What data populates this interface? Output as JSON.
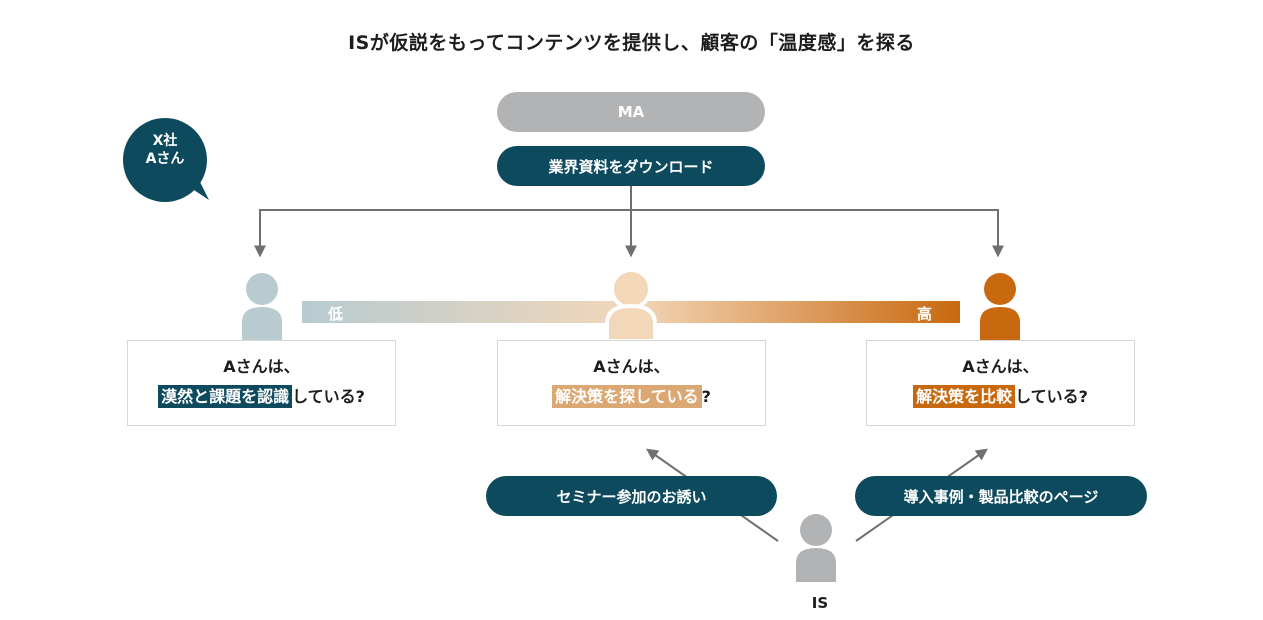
{
  "title": "ISが仮説をもってコンテンツを提供し、顧客の「温度感」を探る",
  "bubble": {
    "line1": "X社",
    "line2": "Aさん",
    "color": "#0d4a5e"
  },
  "ma": {
    "label": "MA",
    "color": "#b1b3b5"
  },
  "download": {
    "label": "業界資料をダウンロード",
    "color": "#0d4a5e"
  },
  "gauge": {
    "low_label": "低",
    "high_label": "高",
    "color_low": "#b7cbd1",
    "color_mid": "#f2d7b9",
    "color_high": "#c8690f"
  },
  "persons": [
    {
      "level": "low",
      "color": "#b7cbd1"
    },
    {
      "level": "mid",
      "color": "#f2d7b9"
    },
    {
      "level": "high",
      "color": "#c8690f"
    }
  ],
  "cards": [
    {
      "line1": "Aさんは、",
      "highlight": "漠然と課題を認識",
      "suffix": "している?",
      "highlight_color": "#0d4a5e"
    },
    {
      "line1": "Aさんは、",
      "highlight": "解決策を探している",
      "suffix": "?",
      "highlight_color": "#dba874"
    },
    {
      "line1": "Aさんは、",
      "highlight": "解決策を比較",
      "suffix": "している?",
      "highlight_color": "#c8690f"
    }
  ],
  "actions": {
    "seminar": "セミナー参加のお誘い",
    "case": "導入事例・製品比較のページ",
    "color": "#0d4a5e"
  },
  "is": {
    "label": "IS",
    "color": "#b1b3b5"
  },
  "arrow_color": "#6f6f6f"
}
